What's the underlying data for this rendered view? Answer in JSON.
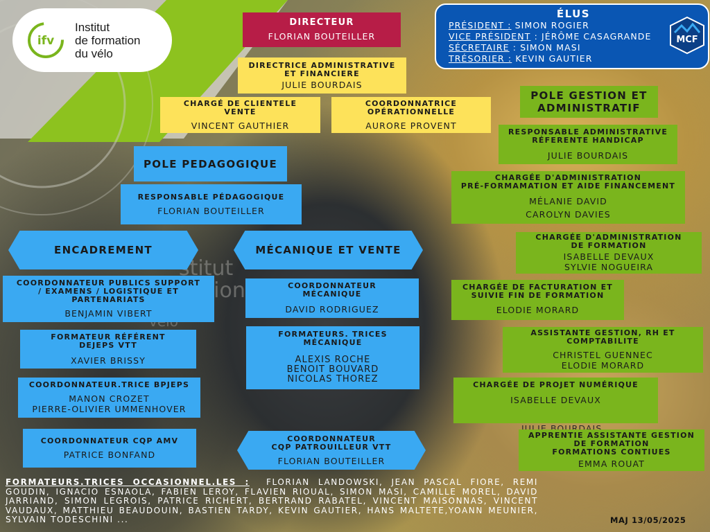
{
  "logo": {
    "line1": "Institut",
    "line2": "de formation",
    "line3": "du vélo",
    "mark": "ifv"
  },
  "elus": {
    "title": "ÉLUS",
    "rows": [
      {
        "label": "PRÉSIDENT :",
        "value": "SIMON ROGIER"
      },
      {
        "label": "VICE PRÉSIDENT",
        "value": ": JÉRÔME CASAGRANDE"
      },
      {
        "label": "SÉCRETAIRE",
        "value": ": SIMON MASI"
      },
      {
        "label": "TRÉSORIER :",
        "value": "KEVIN GAUTIER"
      }
    ],
    "badge": "MCF"
  },
  "directeur": {
    "title": "DIRECTEUR",
    "name": "FLORIAN BOUTEILLER"
  },
  "directrice": {
    "title1": "DIRECTRICE ADMINISTRATIVE",
    "title2": "ET FINANCIERE",
    "name": "JULIE BOURDAIS"
  },
  "charge_clientele": {
    "title1": "CHARGÉ DE CLIENTELE",
    "title2": "VENTE",
    "name": "VINCENT GAUTHIER"
  },
  "coord_oper": {
    "title1": "COORDONNATRICE",
    "title2": "OPÉRATIONNELLE",
    "name": "AURORE PROVENT"
  },
  "pole_peda": {
    "title": "POLE PEDAGOGIQUE"
  },
  "resp_peda": {
    "title": "RESPONSABLE PÉDAGOGIQUE",
    "name": "FLORIAN BOUTEILLER"
  },
  "encadrement": {
    "title": "ENCADREMENT"
  },
  "mecanique": {
    "title": "MÉCANIQUE ET VENTE"
  },
  "coord_publics": {
    "title1": "COORDONNATEUR PUBLICS SUPPORT",
    "title2": "/ EXAMENS / LOGISTIQUE ET",
    "title3": "PARTENARIATS",
    "name": "BENJAMIN VIBERT"
  },
  "form_ref": {
    "title1": "FORMATEUR RÉFÉRENT",
    "title2": "DEJEPS VTT",
    "name": "XAVIER BRISSY"
  },
  "coord_bpjeps": {
    "title": "COORDONNATEUR.TRICE BPJEPS",
    "name1": "MANON CROZET",
    "name2": "PIERRE-OLIVIER UMMENHOVER"
  },
  "coord_cqp_amv": {
    "title": "COORDONNATEUR CQP AMV",
    "name": "PATRICE BONFAND"
  },
  "coord_meca": {
    "title1": "COORDONNATEUR",
    "title2": "MÉCANIQUE",
    "name": "DAVID RODRIGUEZ"
  },
  "form_meca": {
    "title1": "FORMATEURS. TRICES",
    "title2": "MÉCANIQUE",
    "names": [
      "ALEXIS ROCHE",
      "BENOIT BOUVARD",
      "NICOLAS THOREZ"
    ]
  },
  "coord_cqp_vtt": {
    "title1": "COORDONNATEUR",
    "title2": "CQP PATROUILLEUR VTT",
    "name": "FLORIAN BOUTEILLER"
  },
  "pole_gestion": {
    "title1": "POLE GESTION ET",
    "title2": "ADMINISTRATIF"
  },
  "resp_admin": {
    "title1": "RESPONSABLE ADMINISTRATIVE",
    "title2": "RÉFERENTE HANDICAP",
    "name": "JULIE BOURDAIS"
  },
  "charge_preform": {
    "title1": "CHARGÉE D'ADMINISTRATION",
    "title2": "PRÉ-FORMAMATION ET AIDE FINANCEMENT",
    "name1": "MÉLANIE DAVID",
    "name2": "CAROLYN DAVIES"
  },
  "charge_admin_form": {
    "title1": "CHARGÉE D'ADMINISTRATION",
    "title2": "DE FORMATION",
    "name1": "ISABELLE DEVAUX",
    "name2": "SYLVIE NOGUEIRA"
  },
  "charge_factu": {
    "title1": "CHARGÉE DE FACTURATION ET",
    "title2": "SUIVIE FIN DE FORMATION",
    "name": "ELODIE MORARD"
  },
  "assist_gestion": {
    "title1": "ASSISTANTE GESTION, RH ET",
    "title2": "COMPTABILITE",
    "name1": "CHRISTEL GUENNEC",
    "name2": "ELODIE MORARD"
  },
  "charge_projet": {
    "title": "CHARGÉE DE PROJET NUMÉRIQUE",
    "name": "ISABELLE DEVAUX"
  },
  "overlap_name": "JULIE BOURDAIS",
  "apprentie": {
    "title1": "APPRENTIE ASSISTANTE GESTION",
    "title2": "DE FORMATION",
    "title3": "FORMATIONS CONTIUES",
    "name": "EMMA ROUAT"
  },
  "footer": {
    "label": "FORMATEURS.TRICES OCCASIONNEL.LES :",
    "text": "FLORIAN LANDOWSKI, JEAN PASCAL FIORE, REMI GOUDIN, IGNACIO ESNAOLA, FABIEN LEROY, FLAVIEN RIOUAL, SIMON MASI, CAMILLE MOREL, DAVID JARRIAND, SIMON LEGROIS, PATRICE RICHERT, BERTRAND RABATEL, VINCENT MAISONNAS, VINCENT VAUDAUX, MATTHIEU BEAUDOUIN, BASTIEN TARDY, KEVIN GAUTIER, HANS MALTETE,YOANN MEUNIER, SYLVAIN TODESCHINI ..."
  },
  "maj": "MAJ 13/05/2025",
  "bg_text": [
    "stitut",
    "ation",
    "vélo"
  ]
}
